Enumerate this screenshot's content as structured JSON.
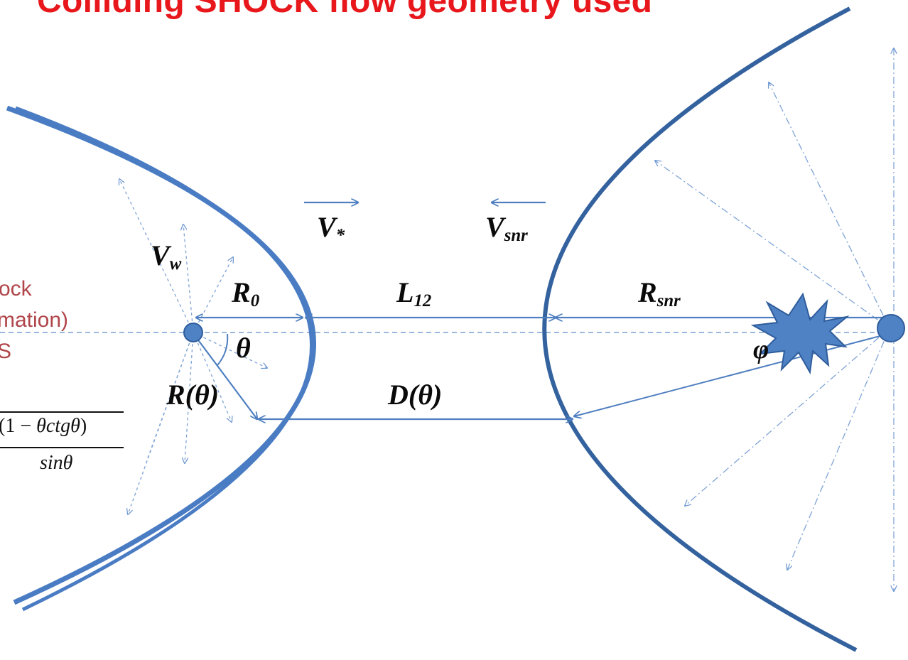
{
  "title": {
    "prefix": "Colliding ",
    "highlight": "SHOCK",
    "suffix": " flow geometry used"
  },
  "side_text": {
    "line1": "ock",
    "line2": "mation)",
    "line3": "S"
  },
  "labels": {
    "vw": "V",
    "vw_sub": "w",
    "vstar": "V",
    "vstar_sub": "*",
    "vsnr": "V",
    "vsnr_sub": "snr",
    "r0": "R",
    "r0_sub": "0",
    "l12": "L",
    "l12_sub": "12",
    "rsnr": "R",
    "rsnr_sub": "snr",
    "theta": "θ",
    "rtheta": "R(θ)",
    "dtheta": "D(θ)",
    "phi": "φ"
  },
  "formula": {
    "num_open": "(1 − ",
    "num_it": "θctgθ",
    "num_close": ")",
    "den": "sinθ"
  },
  "colors": {
    "title_red": "#e8171c",
    "highlight_blue": "#2f5ea3",
    "side_text": "#b0454a",
    "shock_blue": "#4a7cc4",
    "shell_blue": "#33629e",
    "arrow_blue": "#4f7fc0",
    "star_fill": "#4f82c4"
  }
}
